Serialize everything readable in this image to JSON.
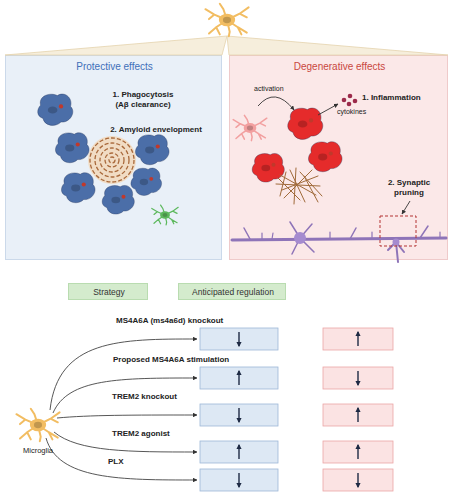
{
  "diagram": {
    "nodes": [
      {
        "text": [
          "Protective effects",
          "1. Phagocytosis (Aβ clearance)",
          "2. Amyloid envelopment"
        ]
      },
      {
        "text": [
          "Degenerative effects",
          "activation",
          "1. Inflammation",
          "cytokines",
          "2. Synaptic pruning"
        ]
      },
      {
        "text": [
          "Strategy"
        ]
      },
      {
        "text": [
          "Anticipated regulation"
        ]
      }
    ],
    "labels": [
      "MS4A6A (ms4a6d) knockout",
      "Proposed MS4A6A stimulation",
      "TREM2 knockout",
      "TREM2 agonist",
      "PLX",
      "Microglia"
    ]
  }
}
